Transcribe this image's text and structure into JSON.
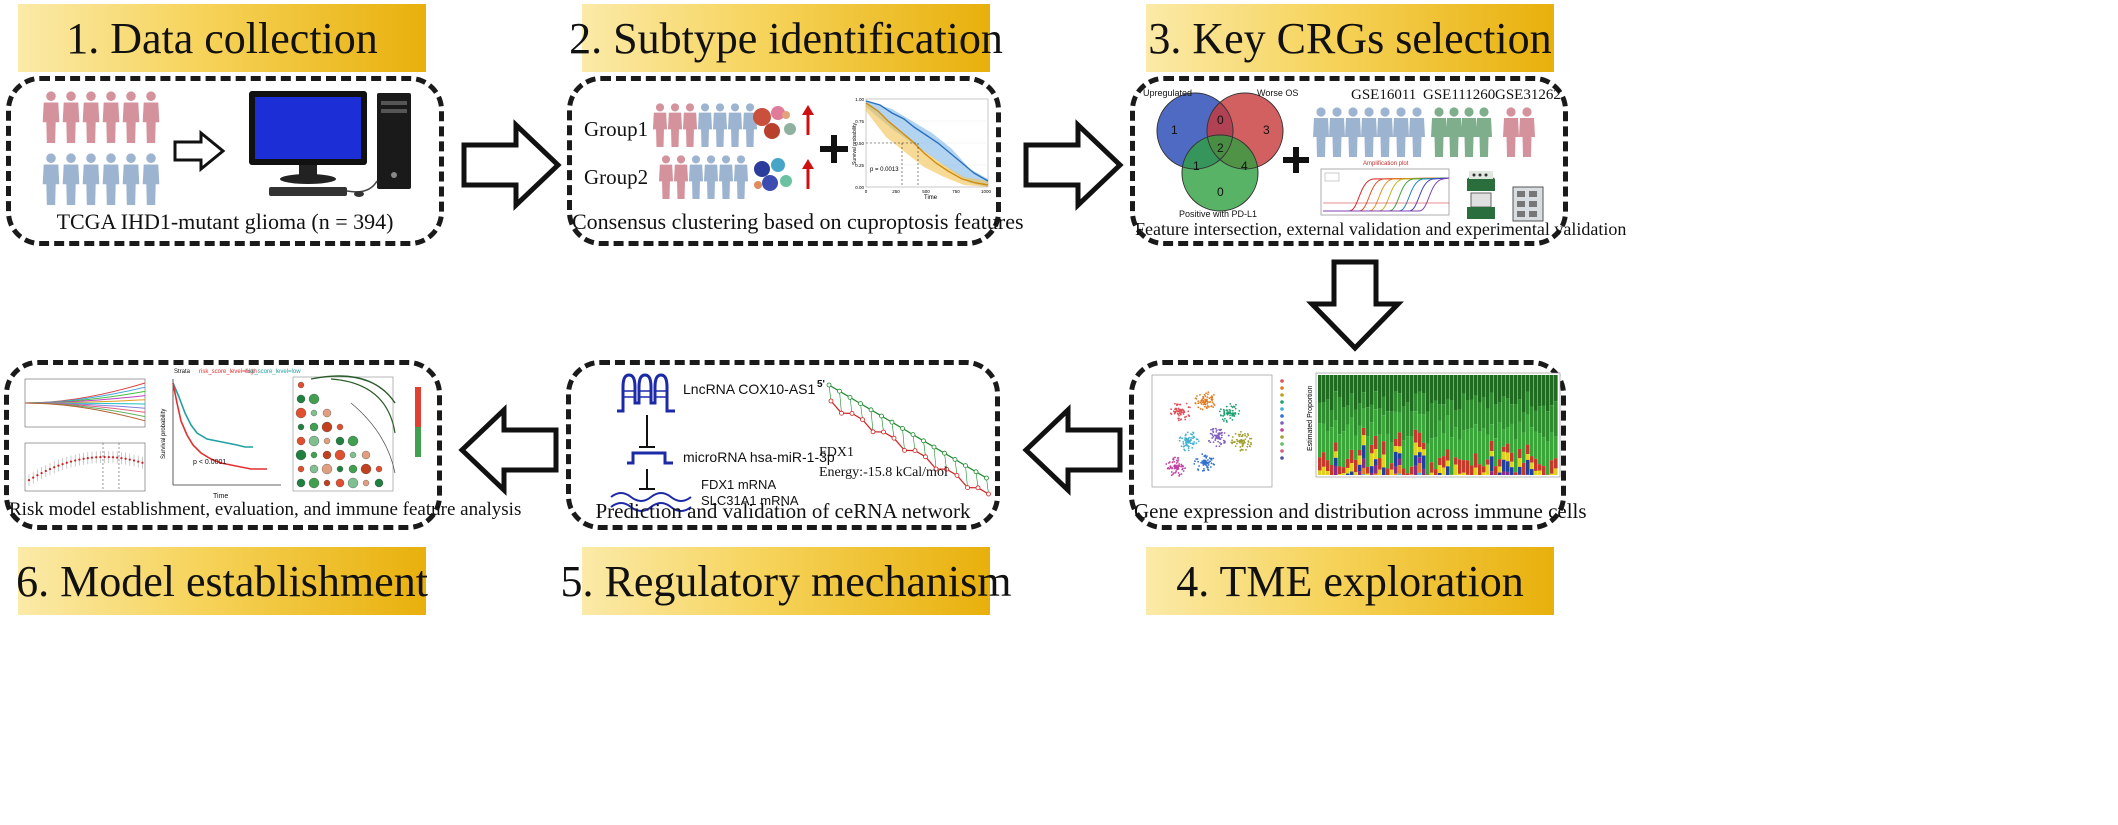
{
  "steps": [
    {
      "title": "1. Data collection",
      "caption": "TCGA IHD1-mutant glioma (n = 394)"
    },
    {
      "title": "2. Subtype identification",
      "caption": "Consensus clustering based on cuproptosis features",
      "group1": "Group1",
      "group2": "Group2",
      "plot": {
        "ylabel": "Survival probability",
        "xlabel": "Time",
        "pvalue": "p = 0.0013",
        "xticks": [
          "0",
          "250",
          "500",
          "750",
          "1000"
        ],
        "yticks": [
          "1.00",
          "0.75",
          "0.50",
          "0.25",
          "0.00"
        ]
      }
    },
    {
      "title": "3. Key CRGs selection",
      "caption": "Feature intersection, external validation and experimental validation",
      "venn": {
        "sets": [
          "Upregulated",
          "Worse OS",
          "Positive with PD-L1"
        ],
        "counts": [
          "1",
          "0",
          "3",
          "2",
          "1",
          "4",
          "0"
        ]
      },
      "datasets": [
        "GSE16011",
        "GSE111260",
        "GSE31262"
      ],
      "pcr_title": "Amplification plot"
    },
    {
      "title": "4. TME  exploration",
      "caption": "Gene expression and distribution across immune cells",
      "ylabel": "Estimated Proportion"
    },
    {
      "title": "5. Regulatory mechanism",
      "caption": "Prediction and validation of ceRNA network",
      "rna": {
        "lnc": "LncRNA  COX10-AS1",
        "mirna": "microRNA  hsa-miR-1-3p",
        "mrna1": "FDX1 mRNA",
        "mrna2": "SLC31A1 mRNA",
        "gene": "FDX1",
        "energy": "Energy:-15.8 kCal/mol",
        "five_prime": "5'"
      }
    },
    {
      "title": "6. Model establishment",
      "caption": "Risk model establishment, evaluation, and immune feature analysis",
      "km": {
        "ylabel": "Survival probability",
        "xlabel": "Time",
        "pvalue": "p < 0.0001",
        "legend": [
          "Strata",
          "risk_score_level=high",
          "risk_score_level=low"
        ]
      }
    }
  ],
  "colors": {
    "female": "#d4929c",
    "male": "#9cb4d0",
    "green_person": "#7fae8c",
    "venn_blue": "#3050b8",
    "venn_red": "#c83838",
    "venn_green": "#30a040",
    "km_red": "#e03030",
    "km_teal": "#20a0a0"
  },
  "icons": [
    "arrow-right-icon",
    "computer-icon",
    "person-icon",
    "cell-icon",
    "plus-icon",
    "thermocycler-icon",
    "rna-hairpin-icon"
  ]
}
